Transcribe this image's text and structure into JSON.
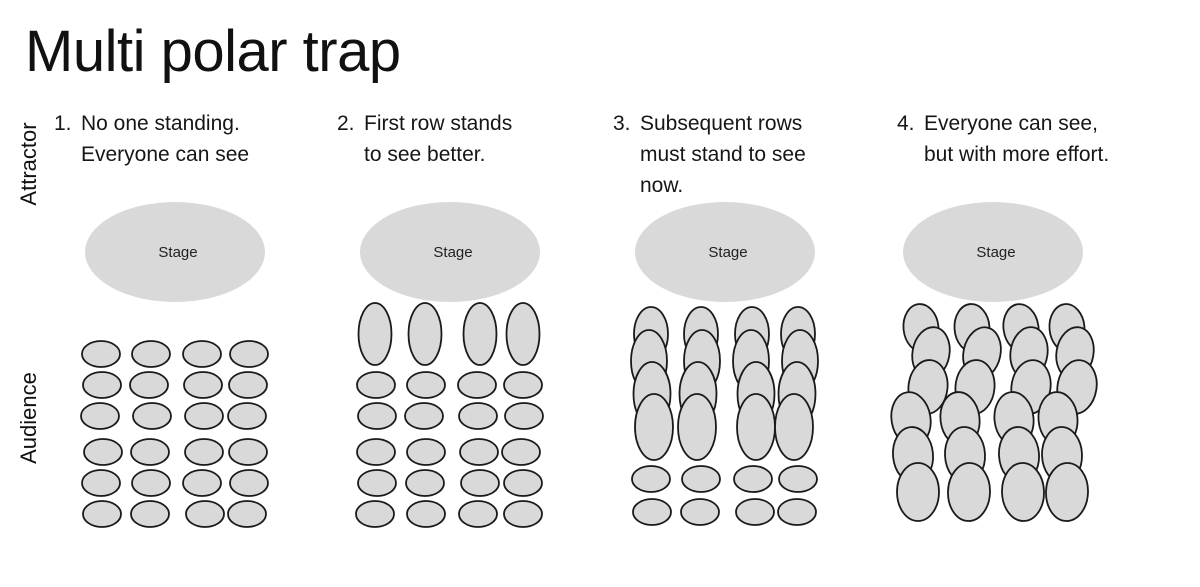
{
  "title": "Multi polar trap",
  "axis_labels": {
    "attractor": "Attractor",
    "audience": "Audience"
  },
  "colors": {
    "shape_fill": "#d9d9d9",
    "shape_stroke": "#1a1a1a",
    "text": "#111111"
  },
  "panels": [
    {
      "number": "1.",
      "caption": "No one standing.\nEveryone can see",
      "stage_label": "Stage",
      "audience_rows": [
        "sitting",
        "sitting",
        "sitting",
        "sitting",
        "sitting",
        "sitting"
      ]
    },
    {
      "number": "2.",
      "caption": "First row stands\nto see better.",
      "stage_label": "Stage",
      "audience_rows": [
        "standing",
        "sitting",
        "sitting",
        "sitting",
        "sitting",
        "sitting"
      ]
    },
    {
      "number": "3.",
      "caption": "Subsequent rows\nmust stand to see\nnow.",
      "stage_label": "Stage",
      "audience_rows": [
        "standing",
        "standing",
        "standing",
        "standing",
        "sitting",
        "sitting"
      ]
    },
    {
      "number": "4.",
      "caption": "Everyone can see,\nbut with more effort.",
      "stage_label": "Stage",
      "audience_rows": [
        "standing",
        "standing",
        "standing",
        "standing",
        "standing",
        "standing"
      ]
    }
  ]
}
